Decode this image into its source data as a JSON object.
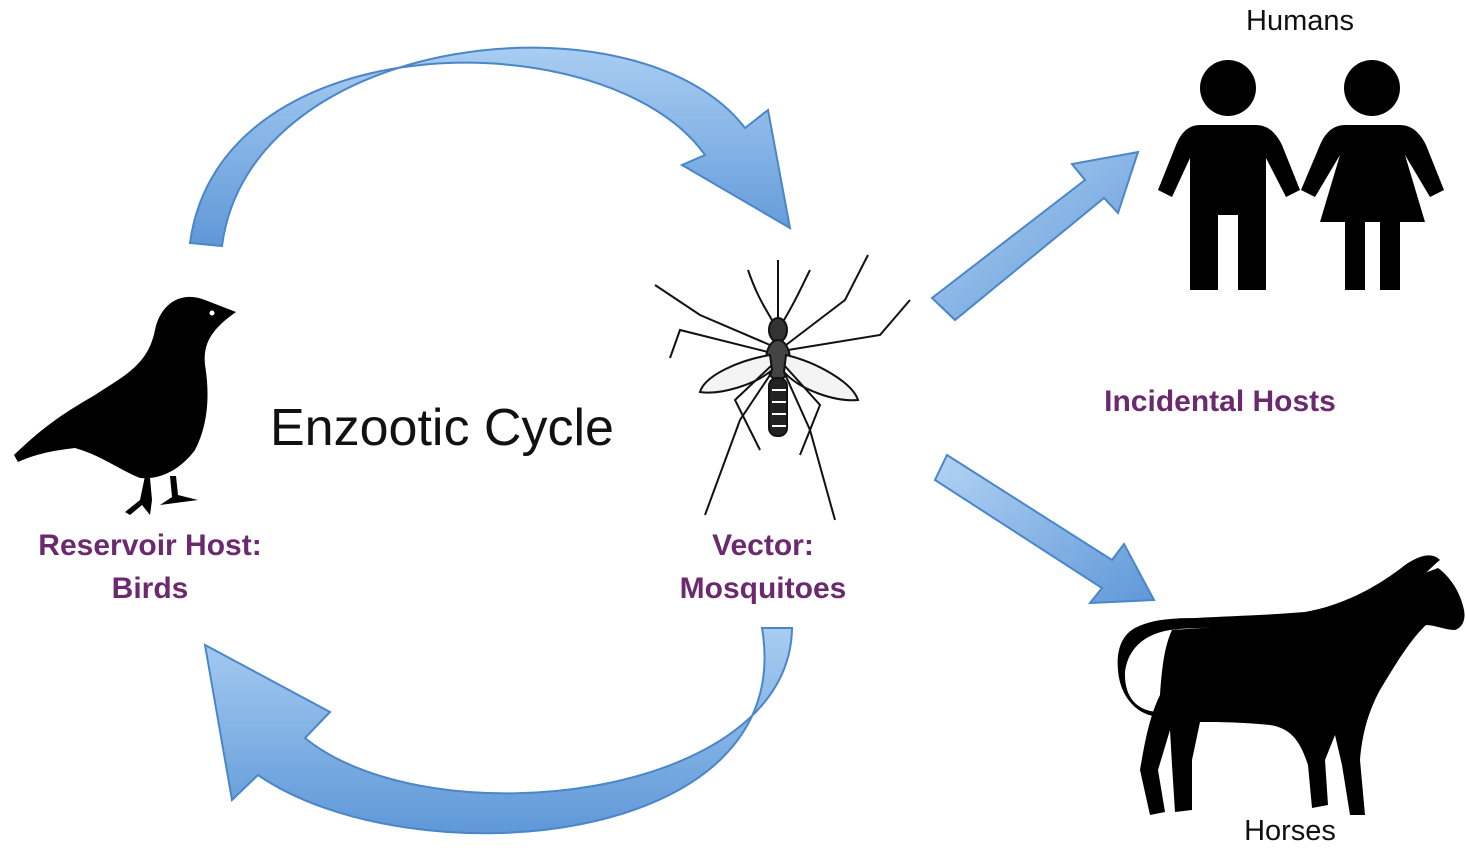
{
  "diagram": {
    "cycle_title": "Enzootic Cycle",
    "reservoir": {
      "line1": "Reservoir Host:",
      "line2": "Birds"
    },
    "vector": {
      "line1": "Vector:",
      "line2": "Mosquitoes"
    },
    "incidental_label": "Incidental Hosts",
    "humans_label": "Humans",
    "horses_label": "Horses"
  },
  "colors": {
    "arrow_fill": "#7fb0e6",
    "arrow_stroke": "#4a86c8",
    "label_purple": "#6b2a6e",
    "silhouette": "#000000"
  },
  "icons": [
    "bird-icon",
    "mosquito-icon",
    "human-male-icon",
    "human-female-icon",
    "horse-icon"
  ]
}
